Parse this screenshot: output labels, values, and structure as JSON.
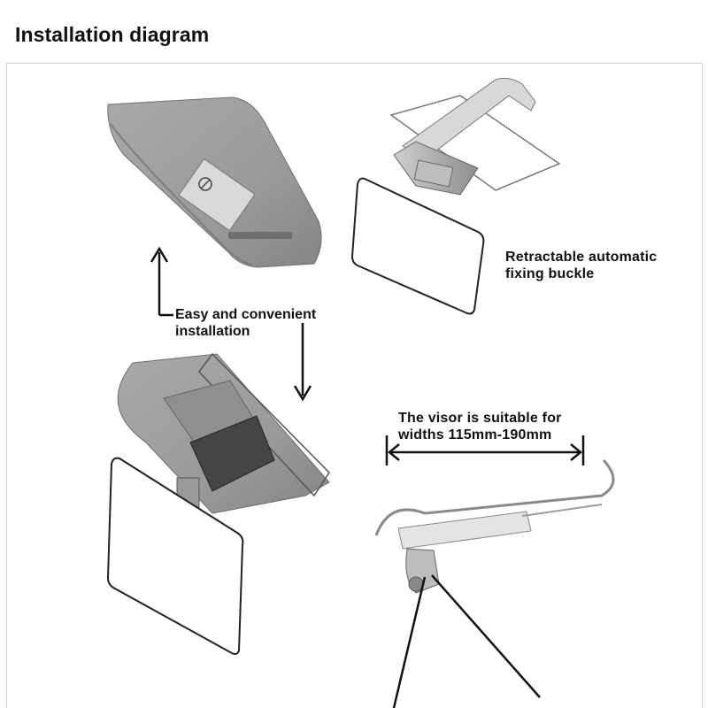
{
  "title": "Installation diagram",
  "labels": {
    "buckle": {
      "line1": "Retractable automatic",
      "line2": "fixing buckle"
    },
    "easy_install": {
      "line1": "Easy and convenient",
      "line2": "installation"
    },
    "widths": {
      "line1": "The visor is suitable for",
      "line2": "widths 115mm-190mm"
    }
  },
  "colors": {
    "visor_gray": "#9c9c9c",
    "visor_dark": "#7a7a7a",
    "line": "#1a1a1a",
    "frame_border": "#d0d0d0"
  },
  "icons": [
    "arrow-up-icon",
    "arrow-down-icon",
    "double-arrow-measure-icon"
  ]
}
